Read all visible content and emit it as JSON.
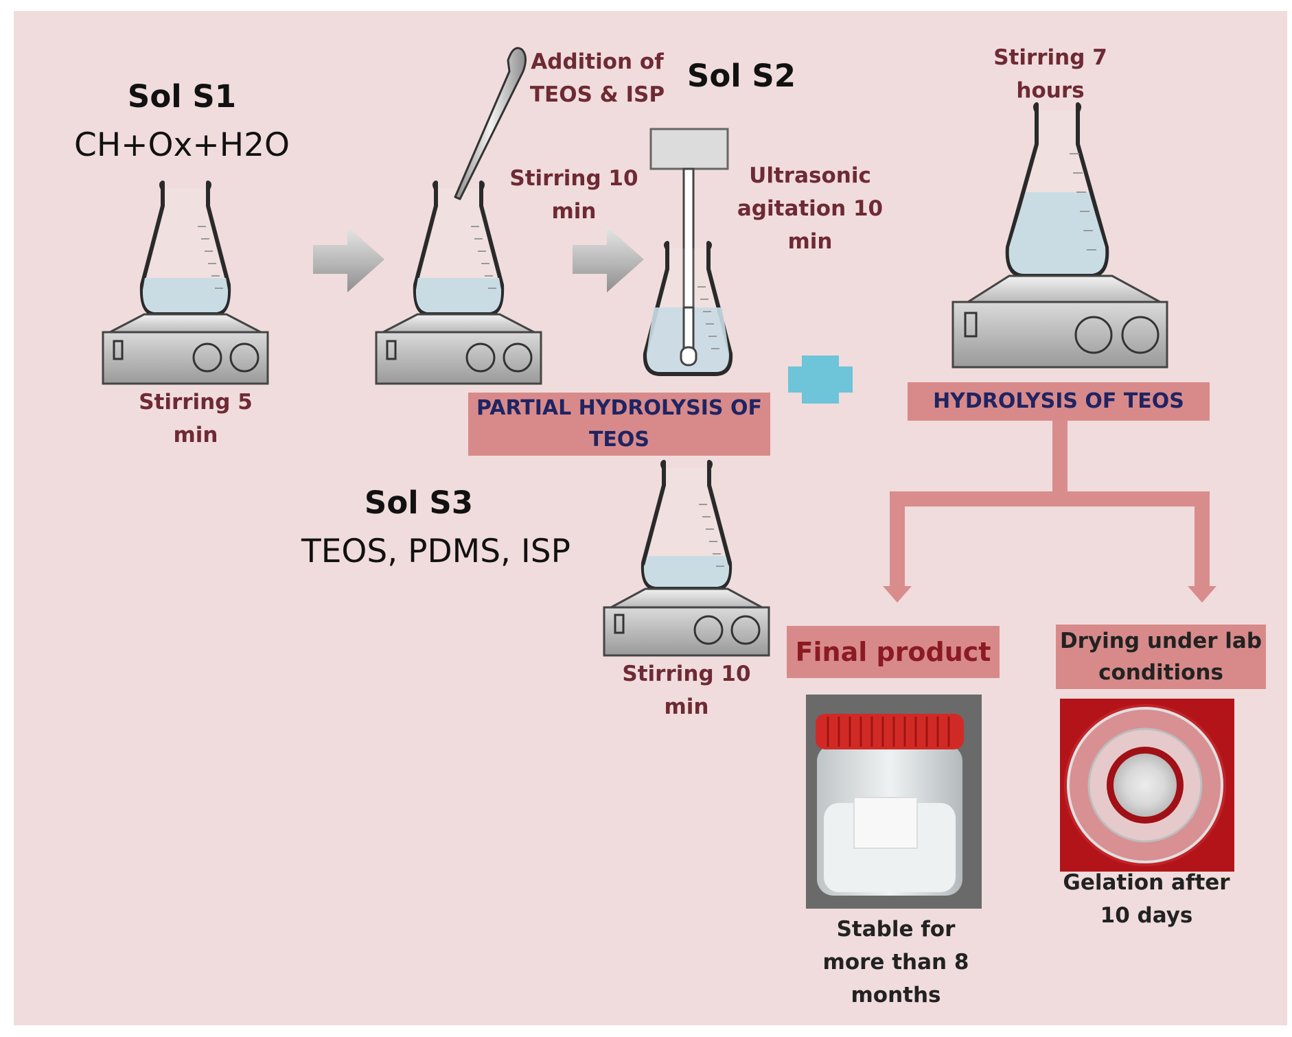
{
  "sol_s1": {
    "title": "Sol S1",
    "formula": "CH+Ox+H2O",
    "stirring": "Stirring 5 min"
  },
  "step2": {
    "addition": "Addition of TEOS & ISP",
    "stirring": "Stirring 10 min"
  },
  "sol_s2": {
    "title": "Sol S2",
    "ultrasonic": "Ultrasonic agitation 10 min"
  },
  "partial_hydrolysis": "PARTIAL HYDROLYSIS OF TEOS",
  "sol_s3": {
    "title": "Sol S3",
    "formula": "TEOS, PDMS, ISP",
    "stirring": "Stirring 10 min"
  },
  "hydrolysis": {
    "stirring": "Stirring 7 hours",
    "label": "HYDROLYSIS OF TEOS"
  },
  "final_product": {
    "label": "Final product",
    "caption": "Stable for more than 8 months"
  },
  "drying": {
    "label": "Drying under lab conditions",
    "caption": "Gelation after 10 days"
  },
  "colors": {
    "background": "#f0dcdc",
    "box": "#d88a8a",
    "connector": "#d98c8c",
    "liquid": "#c9dce4",
    "plus": "#6ec4d8"
  }
}
